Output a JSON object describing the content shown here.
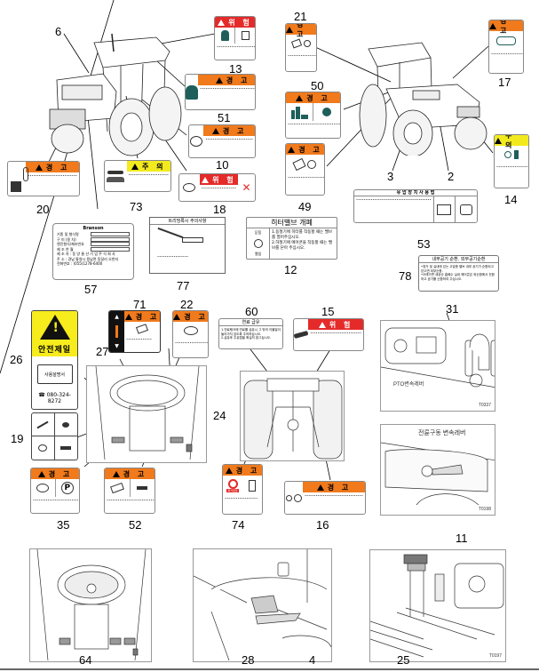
{
  "diagram": {
    "title": "Tractor safety label locations",
    "callouts": {
      "n6": "6",
      "n13": "13",
      "n51": "51",
      "n10": "10",
      "n18": "18",
      "n20": "20",
      "n73": "73",
      "n21": "21",
      "n50": "50",
      "n49": "49",
      "n17": "17",
      "n14": "14",
      "n3": "3",
      "n2": "2",
      "n57": "57",
      "n77": "77",
      "n12": "12",
      "n53": "53",
      "n78": "78",
      "n26": "26",
      "n71": "71",
      "n22": "22",
      "n27": "27",
      "n24": "24",
      "n19": "19",
      "n35": "35",
      "n52": "52",
      "n60": "60",
      "n15": "15",
      "n74": "74",
      "n16": "16",
      "n31": "31",
      "n11": "11",
      "n64": "64",
      "n28": "28",
      "n4": "4",
      "n25": "25"
    },
    "signal_words": {
      "warning": "경 고",
      "danger": "위 험",
      "caution": "주 의"
    },
    "labels": {
      "l12": {
        "title": "히터밸브 개폐",
        "icon_top": "닫힘",
        "icon_bottom": "열림",
        "line1": "1.동절기에 히터를 작동할 때는 밸브를 열어주십시오.",
        "line2": "2.하절기에 에어콘을 작동할 때는 밸브를 닫아 주십시오."
      },
      "l78": {
        "title": "내부공기 순환, 외부공기순환",
        "line1": "•창가 및 실내에 있는 고압증 밸브 내부 공기가 순환되고 닫으면 외부순환.",
        "line2": "•오래가면 새공순 흡배수 실내 에어콘은 외순환에서 전환하고 공기를 순환하여 주십시오."
      },
      "l57": {
        "logo": "Branson",
        "row1": "기종 및 형식명",
        "row2": "구 미 (용 차)",
        "row3": "엔진형식/제조번호",
        "row4": "제 조 연 월",
        "maker": "제 조 자 : 동 양 물 산 기 업 주 식 회 사",
        "address": "주    소 : 경남 통영시 용남면 동달리 오천지",
        "phone": "전화번호 : (055)1278-6400"
      },
      "l77": {
        "title": "트리밍록시 주의사항"
      },
      "l53": {
        "title": "유 압 장 치 사 용 법"
      },
      "l60": {
        "title": "연료 급유",
        "line1": "1.연료탱크에 연료를 급유시 그 밖의 이물질이 들어가지 않도록 주의하십시오.",
        "line2": "2.급유후 주유캡을 확실히 잠그십시오."
      },
      "l26": {
        "headline": "안전제일",
        "book": "사용설명서",
        "phone": "080-324-8272"
      },
      "l74": {
        "icon": "화기엄금"
      }
    },
    "scenes": {
      "pto": {
        "lever": "PTO변속레버",
        "code": "T0337"
      },
      "fwd": {
        "lever": "전륜구동 변속레버",
        "code": "T0198"
      },
      "floor": {
        "code": "T0197"
      }
    }
  },
  "colors": {
    "warning": "#f07a1c",
    "danger": "#e52a2a",
    "caution": "#f2ea1f"
  }
}
